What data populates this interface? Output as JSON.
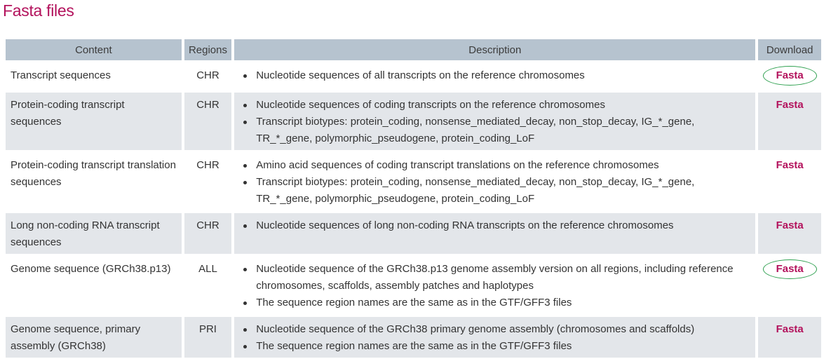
{
  "title": "Fasta files",
  "headers": {
    "content": "Content",
    "regions": "Regions",
    "description": "Description",
    "download": "Download"
  },
  "rows": [
    {
      "content": "Transcript sequences",
      "regions": "CHR",
      "description": [
        "Nucleotide sequences of all transcripts on the reference chromosomes"
      ],
      "download": "Fasta"
    },
    {
      "content": "Protein-coding transcript sequences",
      "regions": "CHR",
      "description": [
        "Nucleotide sequences of coding transcripts on the reference chromosomes",
        "Transcript biotypes: protein_coding, nonsense_mediated_decay, non_stop_decay, IG_*_gene, TR_*_gene, polymorphic_pseudogene, protein_coding_LoF"
      ],
      "download": "Fasta"
    },
    {
      "content": "Protein-coding transcript translation sequences",
      "regions": "CHR",
      "description": [
        "Amino acid sequences of coding transcript translations on the reference chromosomes",
        "Transcript biotypes: protein_coding, nonsense_mediated_decay, non_stop_decay, IG_*_gene, TR_*_gene, polymorphic_pseudogene, protein_coding_LoF"
      ],
      "download": "Fasta"
    },
    {
      "content": "Long non-coding RNA transcript sequences",
      "regions": "CHR",
      "description": [
        "Nucleotide sequences of long non-coding RNA transcripts on the reference chromosomes"
      ],
      "download": "Fasta"
    },
    {
      "content": "Genome sequence (GRCh38.p13)",
      "regions": "ALL",
      "description": [
        "Nucleotide sequence of the GRCh38.p13 genome assembly version on all regions, including reference chromosomes, scaffolds, assembly patches and haplotypes",
        "The sequence region names are the same as in the GTF/GFF3 files"
      ],
      "download": "Fasta"
    },
    {
      "content": "Genome sequence, primary assembly (GRCh38)",
      "regions": "PRI",
      "description": [
        "Nucleotide sequence of the GRCh38 primary genome assembly (chromosomes and scaffolds)",
        "The sequence region names are the same as in the GTF/GFF3 files"
      ],
      "download": "Fasta"
    }
  ],
  "colors": {
    "title": "#b3125c",
    "link": "#b3125c",
    "header_bg": "#b6c3cf",
    "row_shade": "#e3e6ea",
    "highlight_circle": "#2ea04f"
  }
}
